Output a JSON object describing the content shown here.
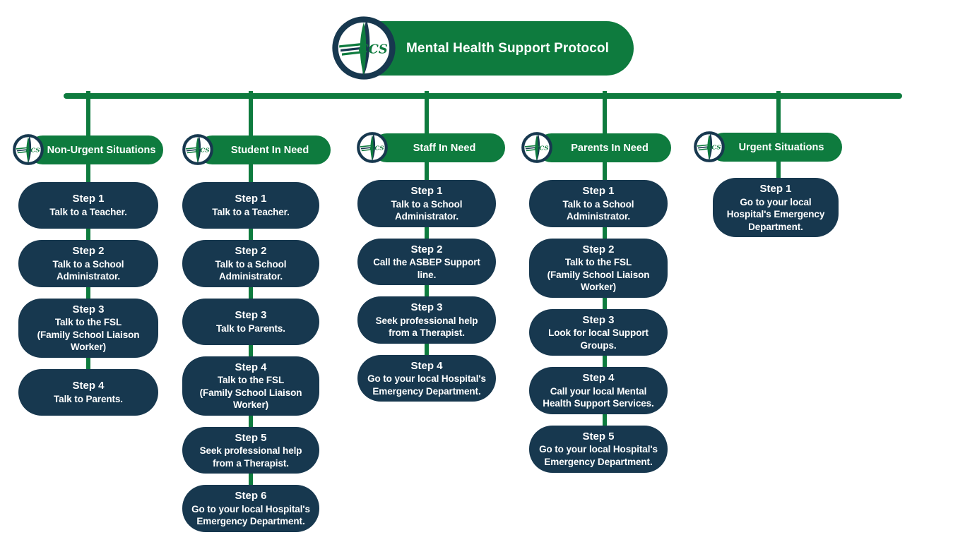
{
  "palette": {
    "green": "#0E7B3E",
    "navy": "#17384F",
    "text": "#FFFFFF"
  },
  "header": {
    "title": "Mental Health Support Protocol",
    "logo": "ccs-cross-logo"
  },
  "columns": [
    {
      "label": "Non-Urgent Situations",
      "steps": [
        {
          "title": "Step 1",
          "body": "Talk to a Teacher."
        },
        {
          "title": "Step 2",
          "body": "Talk to a School Administrator."
        },
        {
          "title": "Step 3",
          "body": "Talk to the FSL\n(Family School Liaison\nWorker)"
        },
        {
          "title": "Step 4",
          "body": "Talk to Parents."
        }
      ]
    },
    {
      "label": "Student In Need",
      "steps": [
        {
          "title": "Step 1",
          "body": "Talk to a Teacher."
        },
        {
          "title": "Step 2",
          "body": "Talk to a School Administrator."
        },
        {
          "title": "Step 3",
          "body": "Talk to Parents."
        },
        {
          "title": "Step 4",
          "body": "Talk to the FSL\n(Family School Liaison\nWorker)"
        },
        {
          "title": "Step 5",
          "body": "Seek professional help from a Therapist."
        },
        {
          "title": "Step 6",
          "body": "Go to your local Hospital's Emergency Department."
        }
      ]
    },
    {
      "label": "Staff In Need",
      "steps": [
        {
          "title": "Step 1",
          "body": "Talk to a School Administrator."
        },
        {
          "title": "Step 2",
          "body": "Call the ASBEP Support line."
        },
        {
          "title": "Step 3",
          "body": "Seek professional help from a Therapist."
        },
        {
          "title": "Step 4",
          "body": "Go to your local Hospital's Emergency Department."
        }
      ]
    },
    {
      "label": "Parents In Need",
      "steps": [
        {
          "title": "Step 1",
          "body": "Talk to a School Administrator."
        },
        {
          "title": "Step 2",
          "body": "Talk to the FSL\n(Family School Liaison\nWorker)"
        },
        {
          "title": "Step 3",
          "body": "Look for local Support Groups."
        },
        {
          "title": "Step 4",
          "body": "Call your local Mental Health Support Services."
        },
        {
          "title": "Step 5",
          "body": "Go to your local Hospital's Emergency Department."
        }
      ]
    },
    {
      "label": "Urgent Situations",
      "steps": [
        {
          "title": "Step 1",
          "body": "Go to your local Hospital's Emergency Department."
        }
      ]
    }
  ]
}
